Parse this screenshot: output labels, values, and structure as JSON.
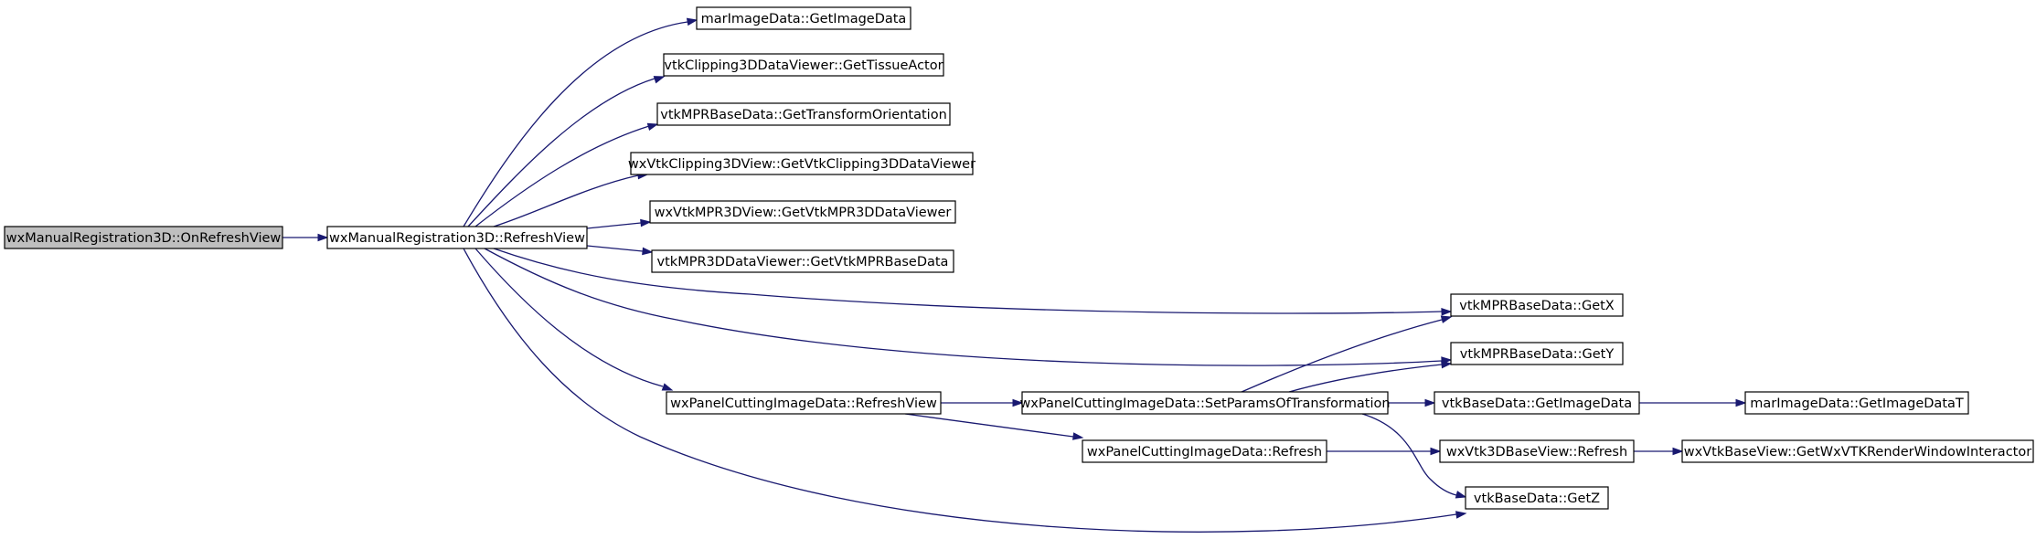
{
  "graph": {
    "colors": {
      "edge": "#191970",
      "root_fill": "#bfbfbf",
      "node_fill": "#ffffff",
      "border": "#000000"
    },
    "nodes": [
      {
        "id": "n0",
        "label": "wxManualRegistration3D::OnRefreshView",
        "root": true
      },
      {
        "id": "n1",
        "label": "wxManualRegistration3D::RefreshView"
      },
      {
        "id": "n2",
        "label": "marImageData::GetImageData"
      },
      {
        "id": "n3",
        "label": "vtkClipping3DDataViewer::GetTissueActor"
      },
      {
        "id": "n4",
        "label": "vtkMPRBaseData::GetTransformOrientation"
      },
      {
        "id": "n5",
        "label": "wxVtkClipping3DView::GetVtkClipping3DDataViewer"
      },
      {
        "id": "n6",
        "label": "wxVtkMPR3DView::GetVtkMPR3DDataViewer"
      },
      {
        "id": "n7",
        "label": "vtkMPR3DDataViewer::GetVtkMPRBaseData"
      },
      {
        "id": "n8",
        "label": "vtkMPRBaseData::GetX"
      },
      {
        "id": "n9",
        "label": "vtkMPRBaseData::GetY"
      },
      {
        "id": "n10",
        "label": "wxPanelCuttingImageData::RefreshView"
      },
      {
        "id": "n11",
        "label": "wxPanelCuttingImageData::SetParamsOfTransformation"
      },
      {
        "id": "n12",
        "label": "vtkBaseData::GetImageData"
      },
      {
        "id": "n13",
        "label": "marImageData::GetImageDataT"
      },
      {
        "id": "n14",
        "label": "wxPanelCuttingImageData::Refresh"
      },
      {
        "id": "n15",
        "label": "wxVtk3DBaseView::Refresh"
      },
      {
        "id": "n16",
        "label": "wxVtkBaseView::GetWxVTKRenderWindowInteractor"
      },
      {
        "id": "n17",
        "label": "vtkBaseData::GetZ"
      }
    ],
    "edges": [
      [
        "n0",
        "n1"
      ],
      [
        "n1",
        "n2"
      ],
      [
        "n1",
        "n3"
      ],
      [
        "n1",
        "n4"
      ],
      [
        "n1",
        "n5"
      ],
      [
        "n1",
        "n6"
      ],
      [
        "n1",
        "n7"
      ],
      [
        "n1",
        "n8"
      ],
      [
        "n1",
        "n9"
      ],
      [
        "n1",
        "n10"
      ],
      [
        "n1",
        "n17"
      ],
      [
        "n10",
        "n11"
      ],
      [
        "n10",
        "n14"
      ],
      [
        "n11",
        "n8"
      ],
      [
        "n11",
        "n9"
      ],
      [
        "n11",
        "n12"
      ],
      [
        "n11",
        "n17"
      ],
      [
        "n12",
        "n13"
      ],
      [
        "n14",
        "n15"
      ],
      [
        "n15",
        "n16"
      ]
    ]
  }
}
